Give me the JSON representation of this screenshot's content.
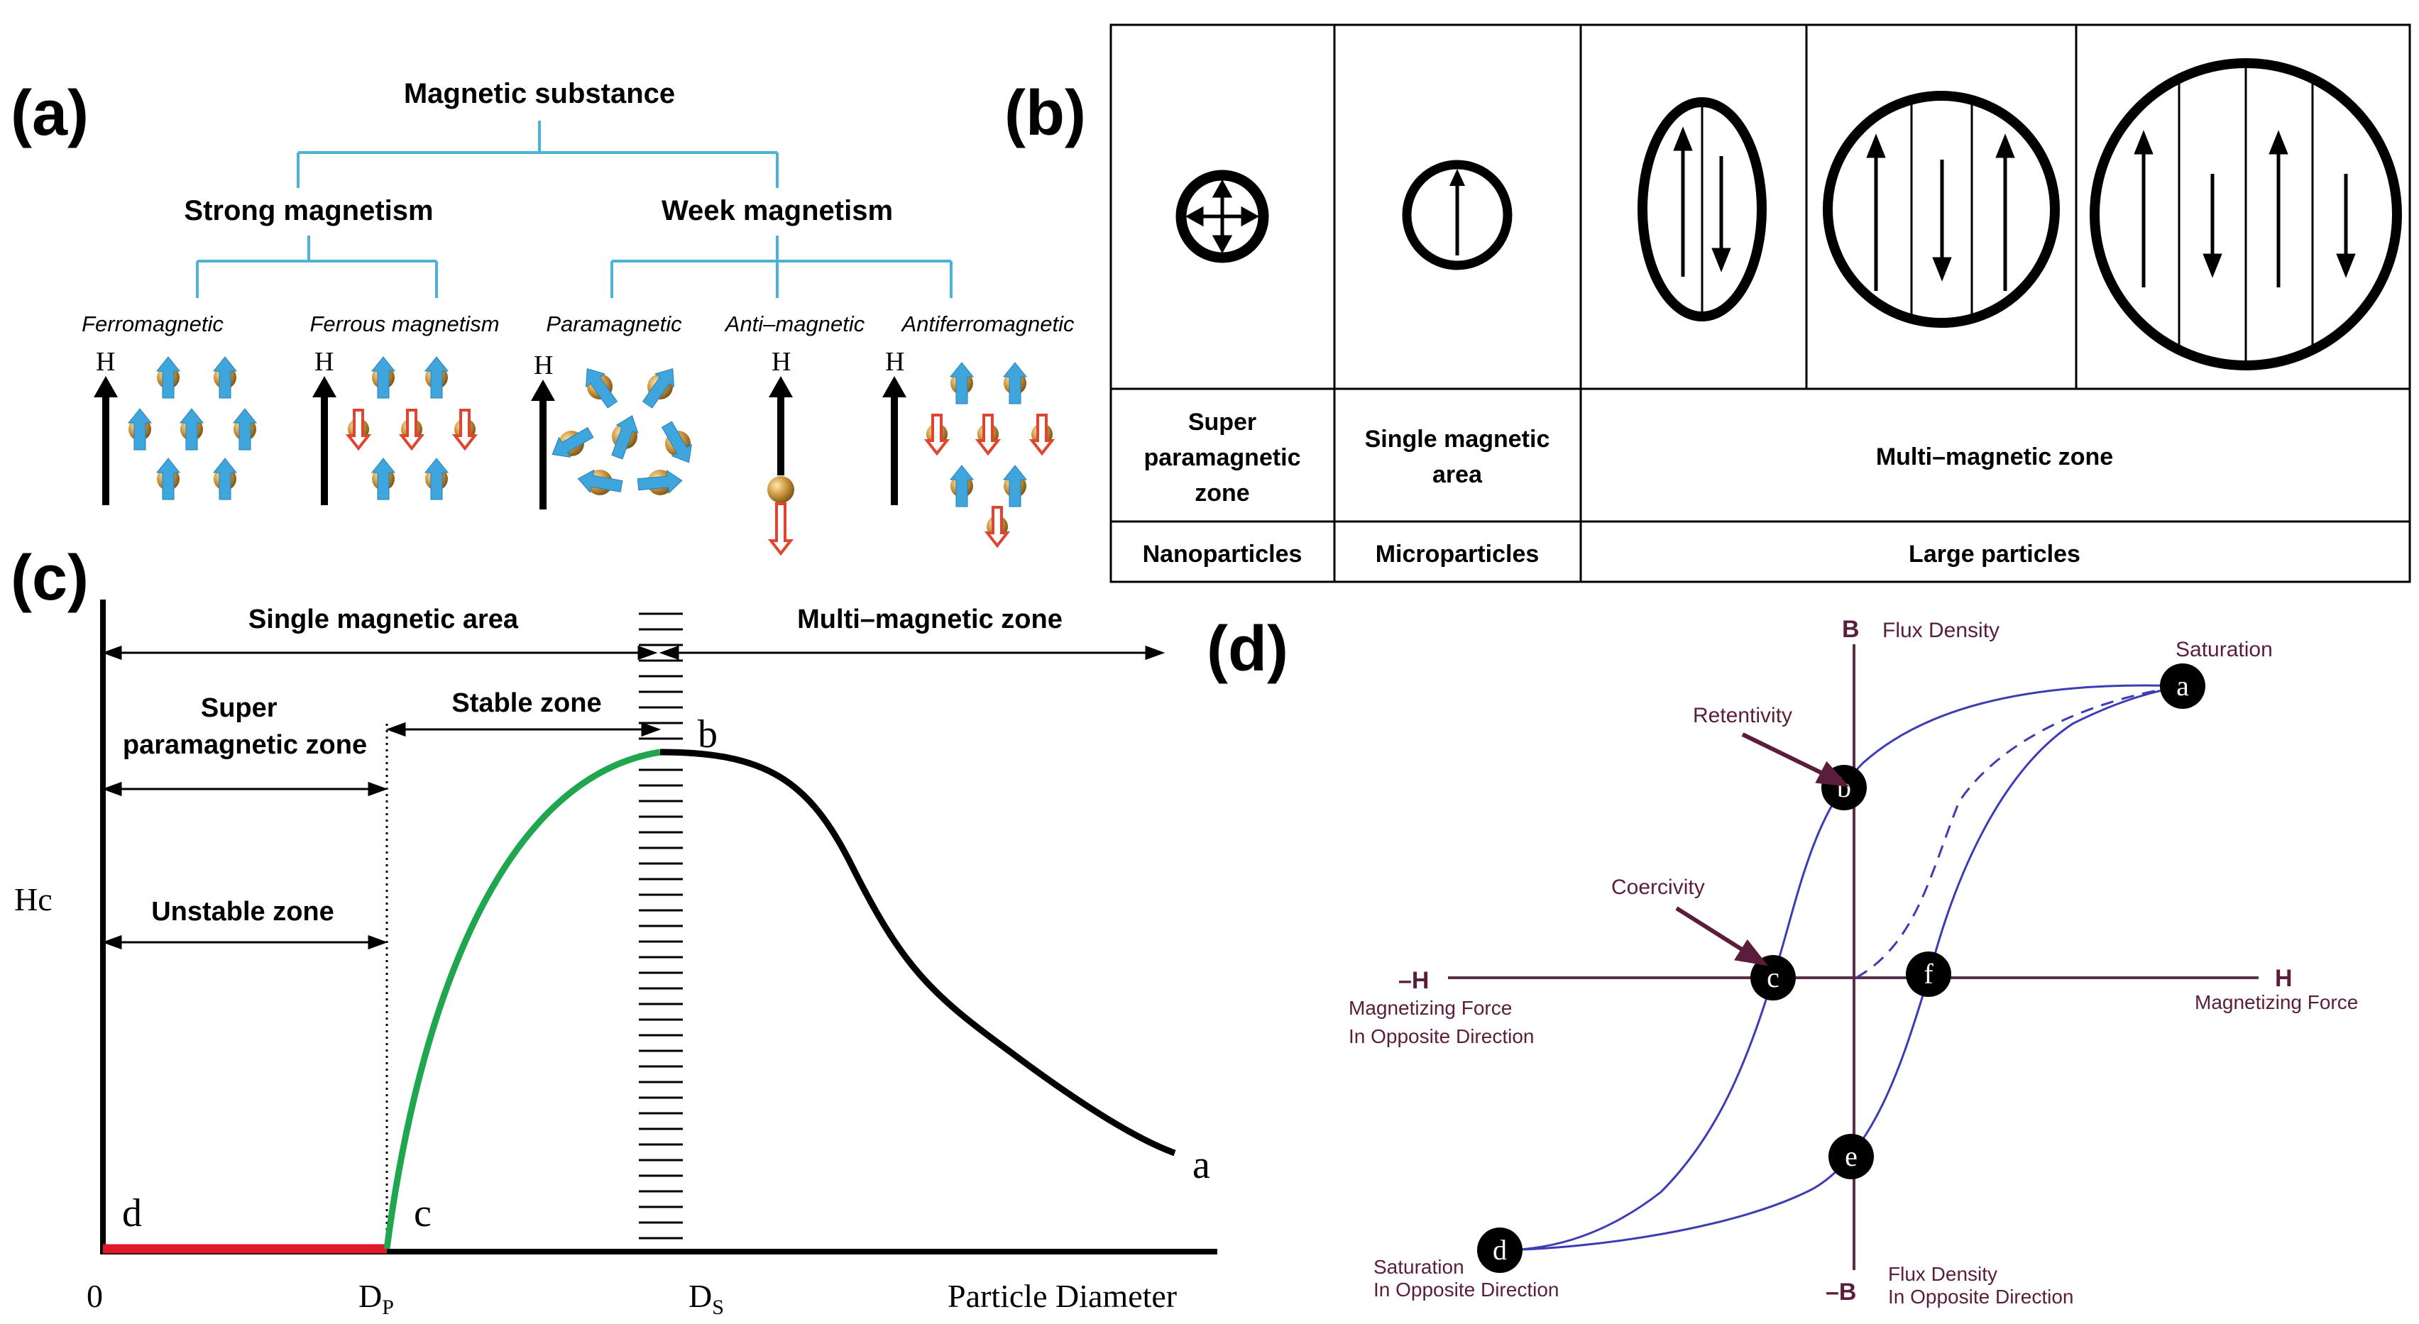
{
  "panel_labels": {
    "a": "(a)",
    "b": "(b)",
    "c": "(c)",
    "d": "(d)"
  },
  "panel_a": {
    "root": "Magnetic substance",
    "strong": "Strong magnetism",
    "weak": "Week magnetism",
    "types": [
      "Ferromagnetic",
      "Ferrous magnetism",
      "Paramagnetic",
      "Anti–magnetic",
      "Antiferromagnetic"
    ],
    "field_label": "H"
  },
  "panel_b": {
    "zone_row": [
      "Super paramagnetic zone",
      "Single magnetic area",
      "Multi–magnetic zone"
    ],
    "particle_row": [
      "Nanoparticles",
      "Microparticles",
      "Large particles"
    ]
  },
  "panel_c": {
    "single_area": "Single magnetic area",
    "multi_zone": "Multi–magnetic zone",
    "super_para_line1": "Super",
    "super_para_line2": "paramagnetic zone",
    "stable_zone": "Stable zone",
    "unstable_zone": "Unstable zone",
    "ylabel": "Hc",
    "xlabel": "Particle Diameter",
    "origin": "0",
    "dp": "D",
    "dp_sub": "P",
    "ds": "D",
    "ds_sub": "S",
    "points": [
      "a",
      "b",
      "c",
      "d"
    ]
  },
  "panel_d": {
    "b_axis": "B",
    "flux_density": "Flux Density",
    "neg_b": "–B",
    "flux_opposite_1": "Flux Density",
    "flux_opposite_2": "In Opposite Direction",
    "h_axis": "H",
    "neg_h": "–H",
    "mag_force": "Magnetizing Force",
    "mag_force_opp_1": "Magnetizing Force",
    "mag_force_opp_2": "In Opposite Direction",
    "saturation": "Saturation",
    "saturation_opp_1": "Saturation",
    "saturation_opp_2": "In Opposite Direction",
    "retentivity": "Retentivity",
    "coercivity": "Coercivity",
    "nodes": [
      "a",
      "b",
      "c",
      "d",
      "e",
      "f"
    ]
  },
  "colors": {
    "tree_line": "#4db3d6",
    "spin_arrow": "#3ea6dc",
    "spin_ball": "#c9933a",
    "down_arrow": "#e0452f",
    "curve_green": "#1fa64f",
    "curve_red": "#e0192a",
    "hysteresis": "#3c3cb4",
    "axis_d": "#5a2d4a",
    "label_d": "#5a1e3c"
  }
}
